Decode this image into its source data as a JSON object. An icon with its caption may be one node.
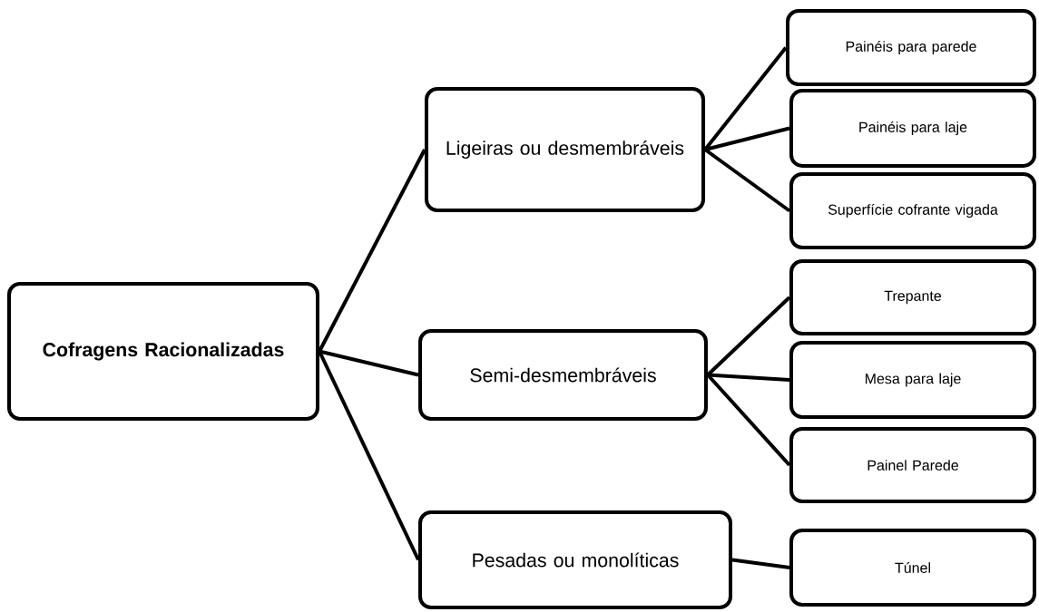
{
  "diagram": {
    "nodes": [
      {
        "text": [
          "**Cofragens Racionalizadas**"
        ]
      },
      {
        "text": [
          "Ligeiras ou desmembráveis"
        ]
      },
      {
        "text": [
          "Semi-desmembráveis"
        ]
      },
      {
        "text": [
          "Pesadas ou monolíticas"
        ]
      },
      {
        "text": [
          "Painéis para parede"
        ]
      },
      {
        "text": [
          "Painéis para laje"
        ]
      },
      {
        "text": [
          "Superfície cofrante vigada"
        ]
      },
      {
        "text": [
          "Trepante"
        ]
      },
      {
        "text": [
          "Mesa para laje"
        ]
      },
      {
        "text": [
          "Painel Parede"
        ]
      },
      {
        "text": [
          "Túnel"
        ]
      }
    ],
    "edges": [
      {
        "from": 0,
        "to": 1,
        "arrow": "none"
      },
      {
        "from": 0,
        "to": 2,
        "arrow": "none"
      },
      {
        "from": 0,
        "to": 3,
        "arrow": "none"
      },
      {
        "from": 1,
        "to": 4,
        "arrow": "none"
      },
      {
        "from": 1,
        "to": 5,
        "arrow": "none"
      },
      {
        "from": 1,
        "to": 6,
        "arrow": "none"
      },
      {
        "from": 2,
        "to": 7,
        "arrow": "none"
      },
      {
        "from": 2,
        "to": 8,
        "arrow": "none"
      },
      {
        "from": 2,
        "to": 9,
        "arrow": "none"
      },
      {
        "from": 3,
        "to": 10,
        "arrow": "none"
      }
    ]
  }
}
